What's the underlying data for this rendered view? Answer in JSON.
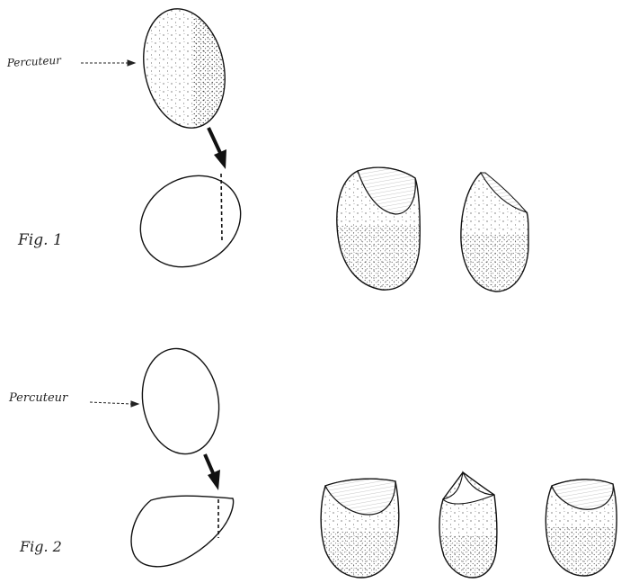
{
  "fig1": {
    "percuteur_label": "Percuteur",
    "fig_label": "Fig. 1"
  },
  "fig2": {
    "percuteur_label": "Percuteur",
    "fig_label": "Fig. 2"
  },
  "colors": {
    "ink": "#111111",
    "stipple": "#333333",
    "paper": "#ffffff"
  }
}
